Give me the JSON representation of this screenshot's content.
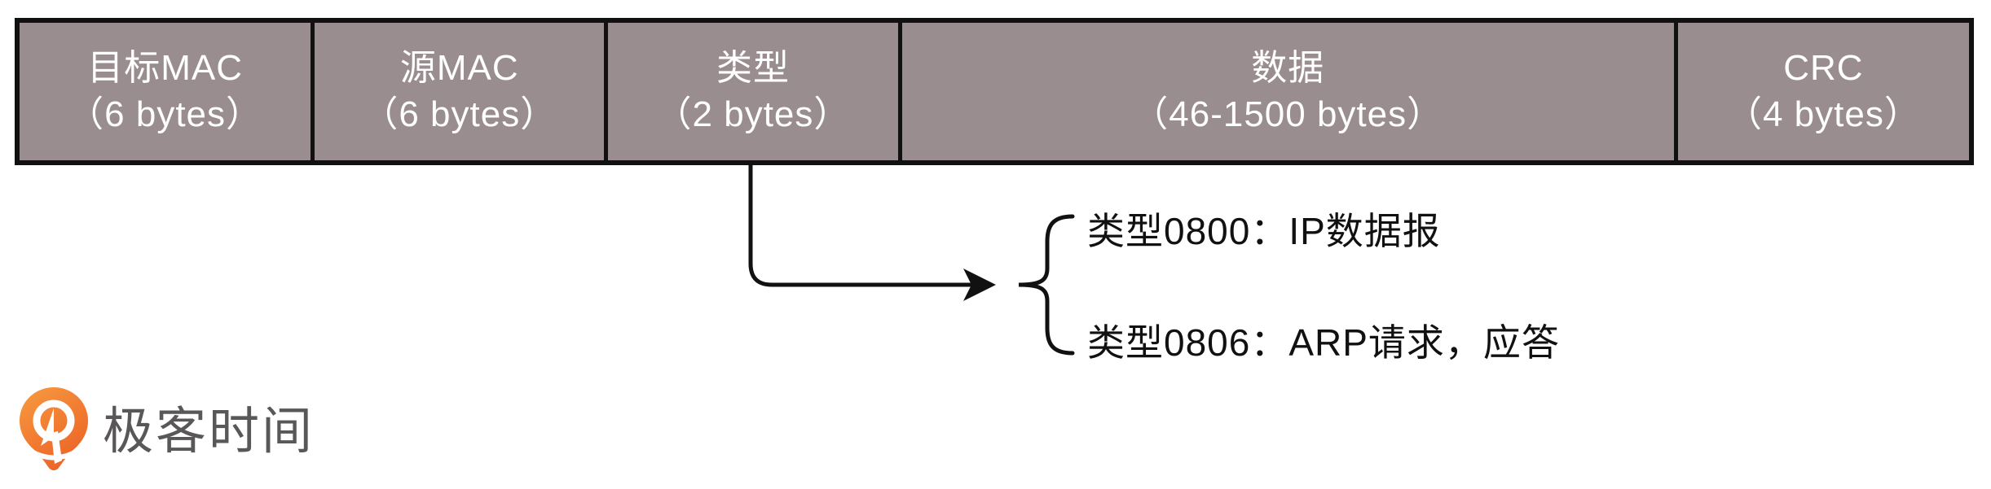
{
  "diagram": {
    "frame_fields": [
      {
        "title": "目标MAC",
        "size": "（6 bytes）"
      },
      {
        "title": "源MAC",
        "size": "（6 bytes）"
      },
      {
        "title": "类型",
        "size": "（2 bytes）"
      },
      {
        "title": "数据",
        "size": "（46-1500 bytes）"
      },
      {
        "title": "CRC",
        "size": "（4 bytes）"
      }
    ],
    "annotations": {
      "type_0800": "类型0800：IP数据报",
      "type_0806": "类型0806：ARP请求，应答"
    },
    "colors": {
      "cell_fill": "#9a8d90",
      "border": "#111111",
      "cell_text": "#ffffff",
      "annotation_text": "#111111",
      "logo_orange": "#ee712f",
      "logo_text_gray": "#595757"
    }
  },
  "logo": {
    "text": "极客时间"
  }
}
